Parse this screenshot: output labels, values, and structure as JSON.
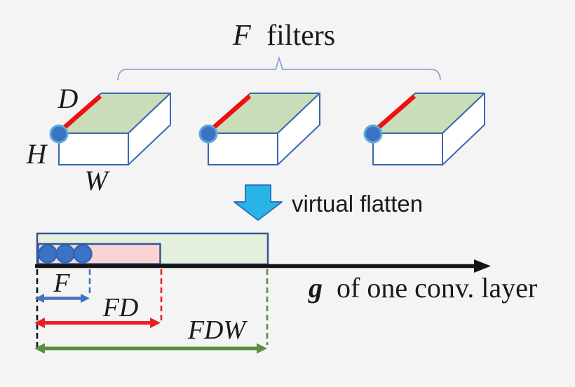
{
  "header": {
    "group_symbol": "F",
    "group_word": "filters"
  },
  "filters": {
    "count": 3,
    "dim_depth_label": "D",
    "dim_height_label": "H",
    "dim_width_label": "W"
  },
  "flatten": {
    "label": "virtual flatten"
  },
  "measures": {
    "f_label": "F",
    "fd_label": "FD",
    "fdw_label": "FDW"
  },
  "axis": {
    "symbol": "g",
    "label_rest": "of one conv. layer"
  },
  "colors": {
    "background": "#f4f4f5",
    "box_outline_blue": "#3a68ae",
    "bar_outline_blue": "#35549c",
    "filter_top_green": "#c9ddb8",
    "bar_green": "#e4f0dc",
    "bar_pink": "#fad4d4",
    "red_edge": "#ee1111",
    "dot_blue_fill": "#3c72c4",
    "dot_blue_ring": "#5fa8dd",
    "brace_blue": "#8fa3d4",
    "flatten_arrow_fill": "#29b4e8",
    "flatten_arrow_stroke": "#2d74c0",
    "measure_blue": "#4472c4",
    "measure_red": "#ec2024",
    "measure_green": "#5a8f3e",
    "axis_black": "#141414"
  }
}
